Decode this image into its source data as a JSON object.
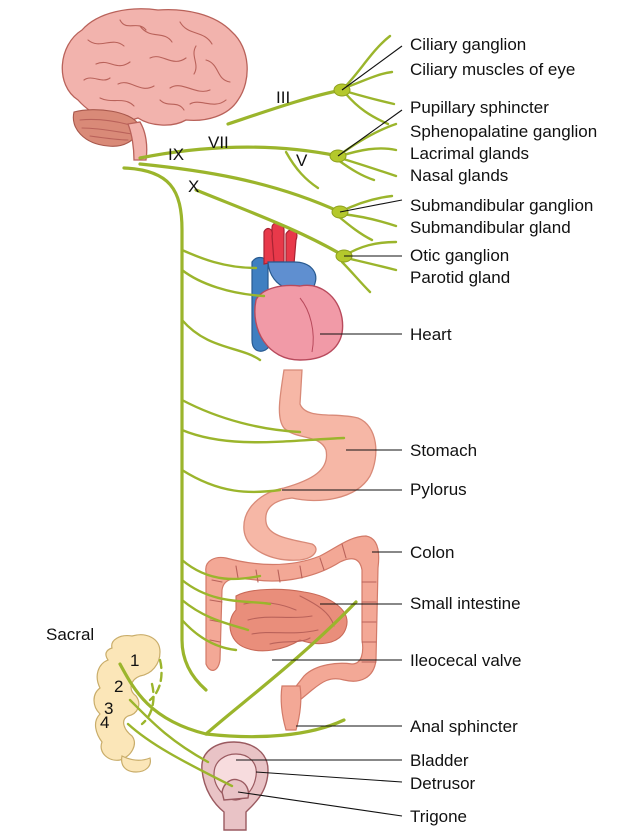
{
  "labels": {
    "ciliary_ganglion": "Ciliary ganglion",
    "ciliary_muscles": "Ciliary muscles of eye",
    "pupillary_sphincter": "Pupillary sphincter",
    "sphenopalatine_ganglion": "Sphenopalatine ganglion",
    "lacrimal_glands": "Lacrimal glands",
    "nasal_glands": "Nasal glands",
    "submandibular_ganglion": "Submandibular ganglion",
    "submandibular_gland": "Submandibular gland",
    "otic_ganglion": "Otic ganglion",
    "parotid_gland": "Parotid gland",
    "heart": "Heart",
    "stomach": "Stomach",
    "pylorus": "Pylorus",
    "colon": "Colon",
    "small_intestine": "Small intestine",
    "ileocecal_valve": "Ileocecal valve",
    "anal_sphincter": "Anal sphincter",
    "bladder": "Bladder",
    "detrusor": "Detrusor",
    "trigone": "Trigone",
    "sacral": "Sacral"
  },
  "cranial_nerves": {
    "iii": "III",
    "vii": "VII",
    "ix": "IX",
    "v": "V",
    "x": "X"
  },
  "sacral_segments": [
    "1",
    "2",
    "3",
    "4"
  ],
  "colors": {
    "nerve": "#9bb52c",
    "ganglion": "#b4c82c",
    "brain": "#f2b3ad",
    "intestine": "#f3a896",
    "sacrum": "#fbe6b8",
    "heart_red": "#e8394a",
    "heart_blue": "#3f7fc1",
    "bladder": "#e9c3c6"
  }
}
